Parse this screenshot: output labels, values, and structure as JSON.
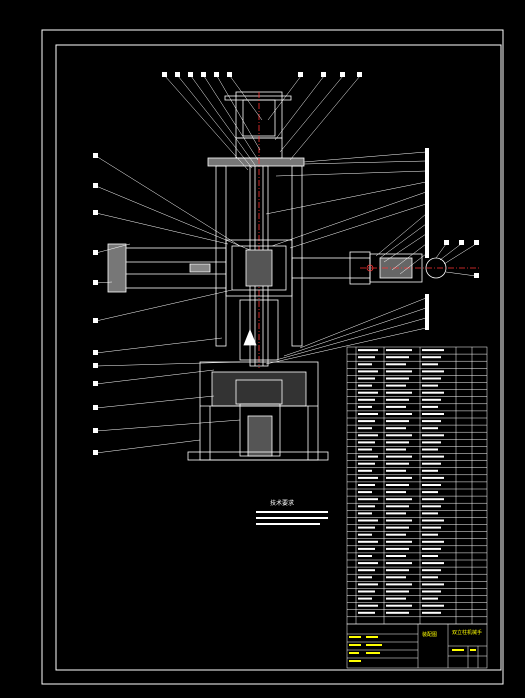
{
  "colors": {
    "background": "#000000",
    "line": "#ffffff",
    "leader": "#ffffff",
    "hatch": "#ffffff",
    "centerline": "#ff3333",
    "title_block_text": "#ffff00"
  },
  "drawing": {
    "notes_title": "技术要求",
    "title_block": {
      "company": "",
      "drawing_title": "装配图",
      "part_name": "双立柱机械手",
      "scale": "",
      "sheet": ""
    }
  }
}
